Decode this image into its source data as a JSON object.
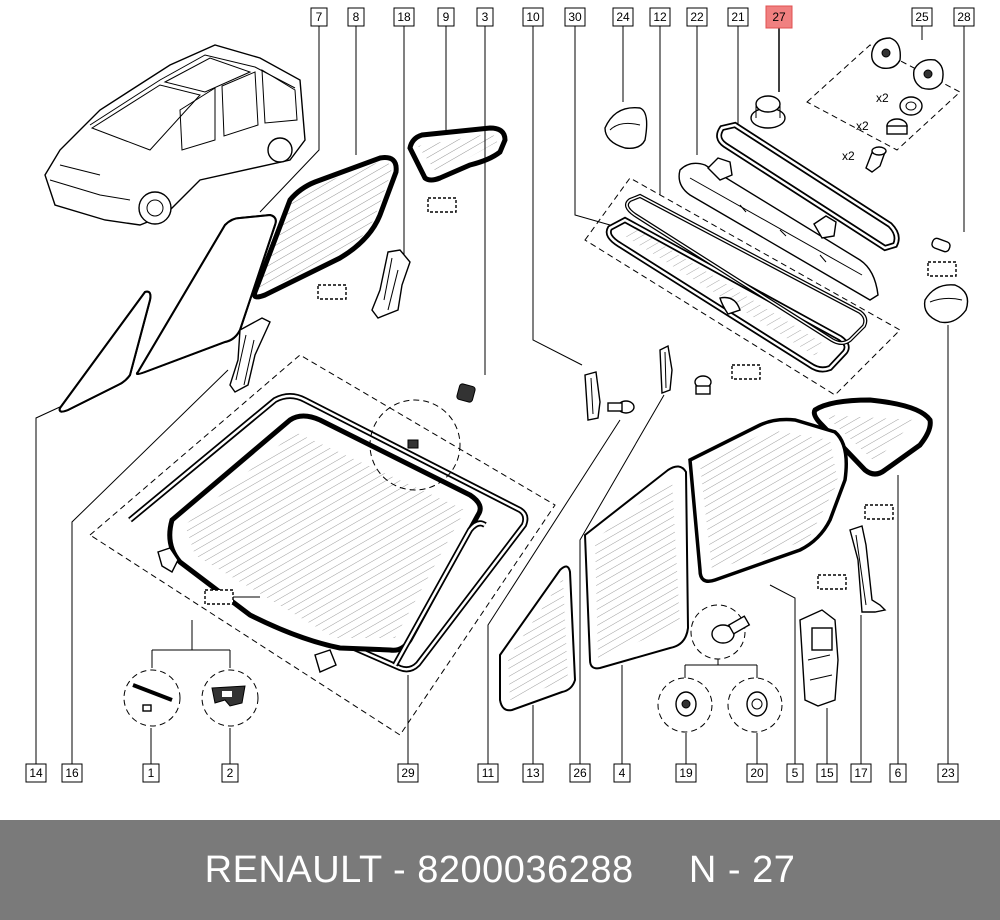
{
  "footer": {
    "text": "RENAULT - 8200036288     N - 27"
  },
  "highlight": "27",
  "labels": {
    "top": [
      "7",
      "8",
      "18",
      "9",
      "3",
      "10",
      "30",
      "24",
      "12",
      "22",
      "21",
      "27",
      "25",
      "28"
    ],
    "bottom": [
      "14",
      "16",
      "1",
      "2",
      "29",
      "11",
      "13",
      "26",
      "4",
      "19",
      "20",
      "5",
      "15",
      "17",
      "6",
      "23"
    ]
  },
  "multipliers": [
    "x2",
    "x2",
    "x2"
  ]
}
